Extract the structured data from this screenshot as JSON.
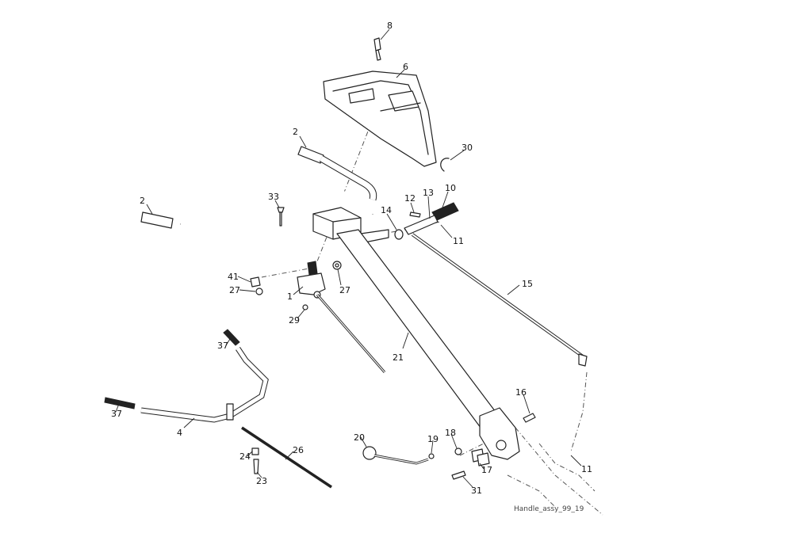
{
  "caption": "Handle_assy_99_19",
  "callouts": {
    "c8": "8",
    "c6": "6",
    "c30": "30",
    "c2a": "2",
    "c2b": "2",
    "c33": "33",
    "c12": "12",
    "c13": "13",
    "c10": "10",
    "c14": "14",
    "c11a": "11",
    "c41": "41",
    "c27a": "27",
    "c27b": "27",
    "c1": "1",
    "c29": "29",
    "c15": "15",
    "c21": "21",
    "c37a": "37",
    "c37b": "37",
    "c4": "4",
    "c16": "16",
    "c20": "20",
    "c19": "19",
    "c18": "18",
    "c26": "26",
    "c24": "24",
    "c23": "23",
    "c17": "17",
    "c31": "31",
    "c11b": "11"
  }
}
